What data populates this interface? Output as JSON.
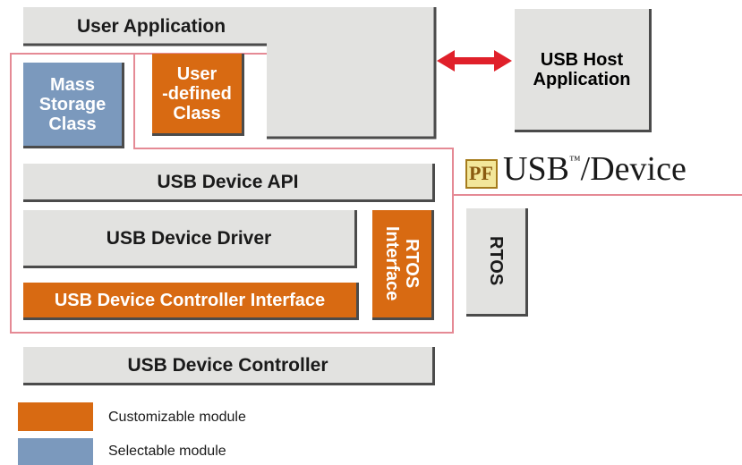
{
  "blocks": {
    "user_application": "User Application",
    "usb_host_line1": "USB Host",
    "usb_host_line2": "Application",
    "mass_storage_line1": "Mass",
    "mass_storage_line2": "Storage",
    "mass_storage_line3": "Class",
    "user_defined_line1": "User",
    "user_defined_line2": "-defined",
    "user_defined_line3": "Class",
    "usb_device_api": "USB Device API",
    "usb_device_driver": "USB Device Driver",
    "usb_device_controller_interface": "USB Device Controller Interface",
    "rtos_interface_line1": "RTOS",
    "rtos_interface_line2": "Interface",
    "rtos": "RTOS",
    "usb_device_controller": "USB Device Controller"
  },
  "logo": {
    "mark": "PF",
    "product": "USB",
    "trademark": "™",
    "suffix": "/Device"
  },
  "legend": {
    "customizable": "Customizable module",
    "selectable": "Selectable module"
  },
  "colors": {
    "customizable": "#d86a12",
    "selectable": "#7b99bd",
    "neutral": "#e2e2e0",
    "outline": "#e58a95",
    "arrow": "#e0202a"
  }
}
